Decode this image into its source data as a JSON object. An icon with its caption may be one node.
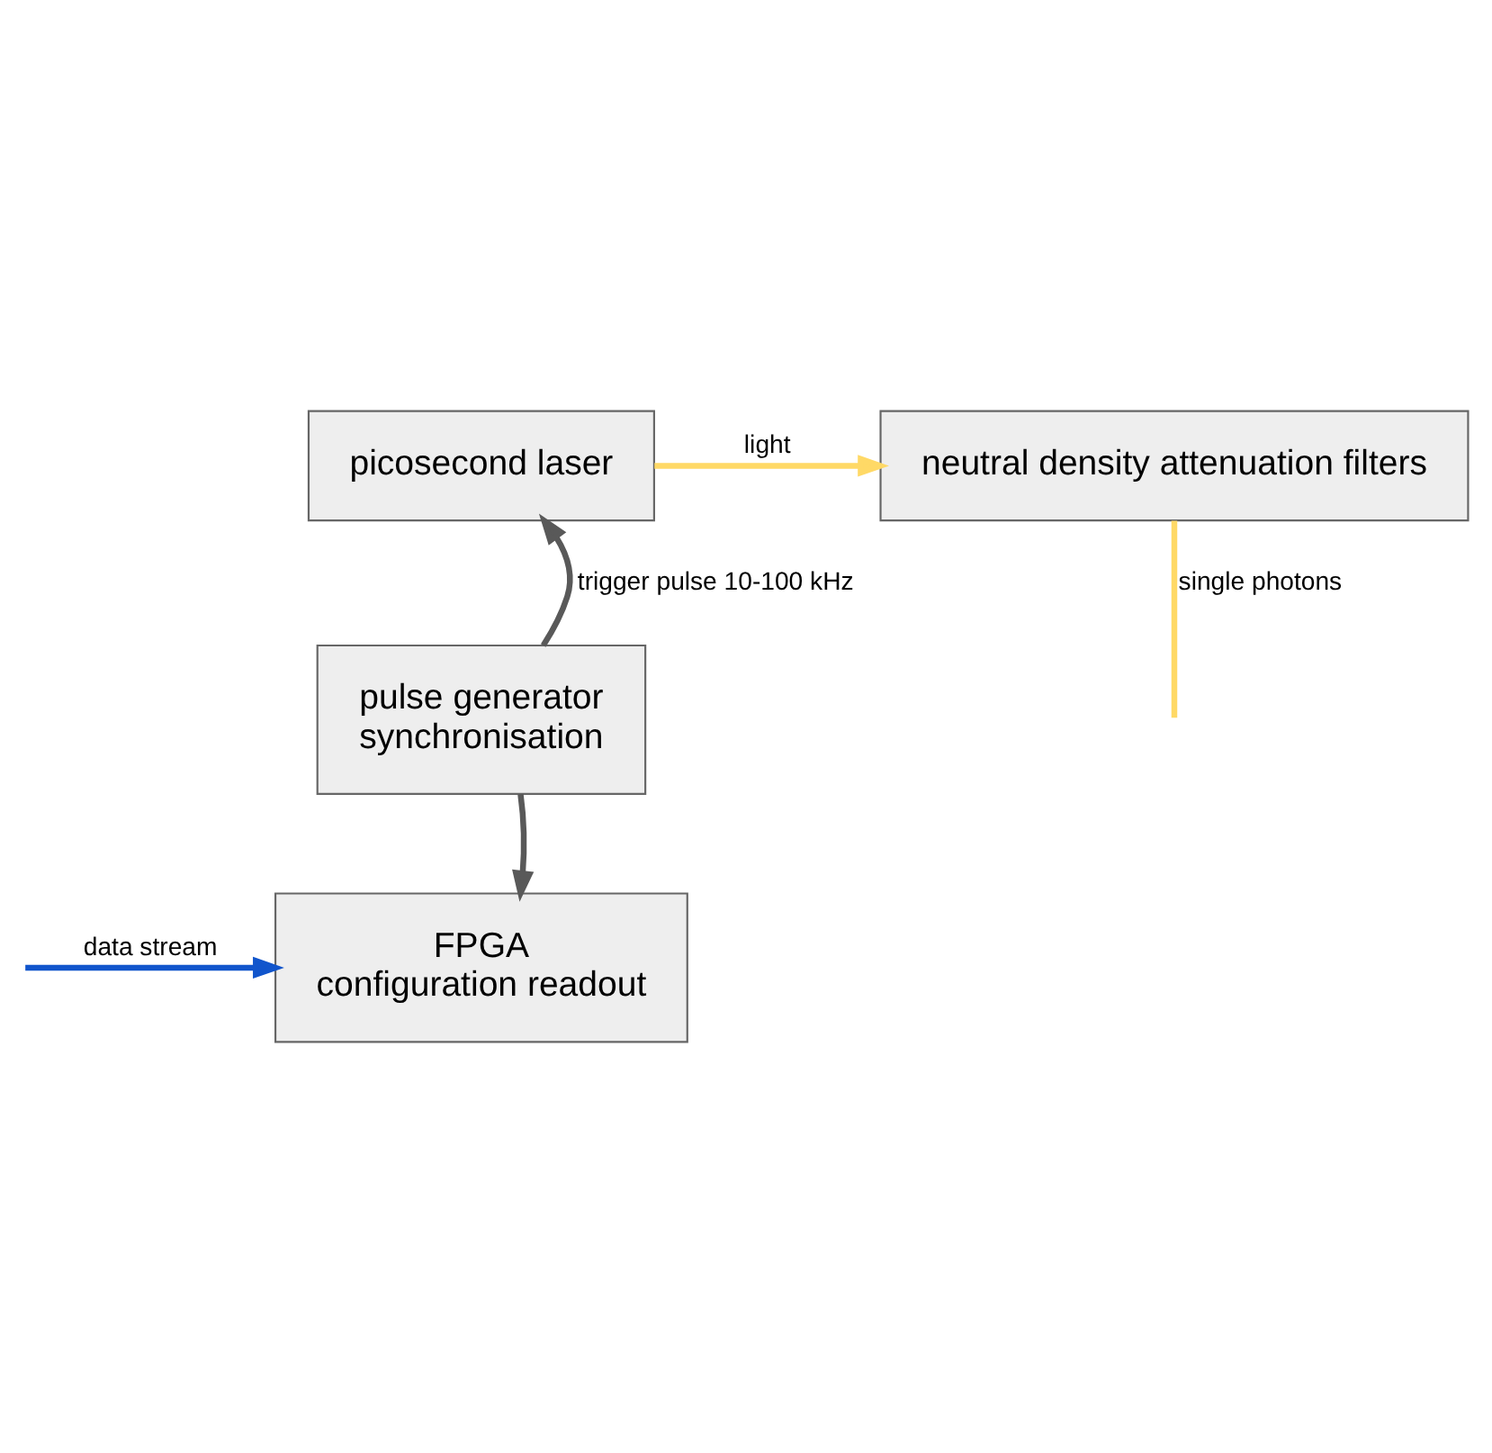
{
  "diagram": {
    "nodes": [
      {
        "text": [
          "picosecond laser"
        ]
      },
      {
        "text": [
          "neutral density attenuation filters"
        ]
      },
      {
        "text": [
          "pulse generator",
          "synchronisation"
        ]
      },
      {
        "text": [
          "FPGA",
          "configuration readout"
        ]
      }
    ],
    "edges": [
      {
        "from": 0,
        "to": 1,
        "arrow": "to",
        "label": "light",
        "color": "#ffd966"
      },
      {
        "from": 1,
        "to": null,
        "arrow": "none",
        "label": "single photons",
        "color": "#ffd966"
      },
      {
        "from": 2,
        "to": 0,
        "arrow": "to",
        "label": "trigger pulse 10-100 kHz",
        "color": "#595959"
      },
      {
        "from": 2,
        "to": 3,
        "arrow": "to",
        "color": "#595959"
      },
      {
        "from": null,
        "to": 3,
        "arrow": "to",
        "label": "data stream",
        "color": "#1155cc"
      }
    ]
  }
}
